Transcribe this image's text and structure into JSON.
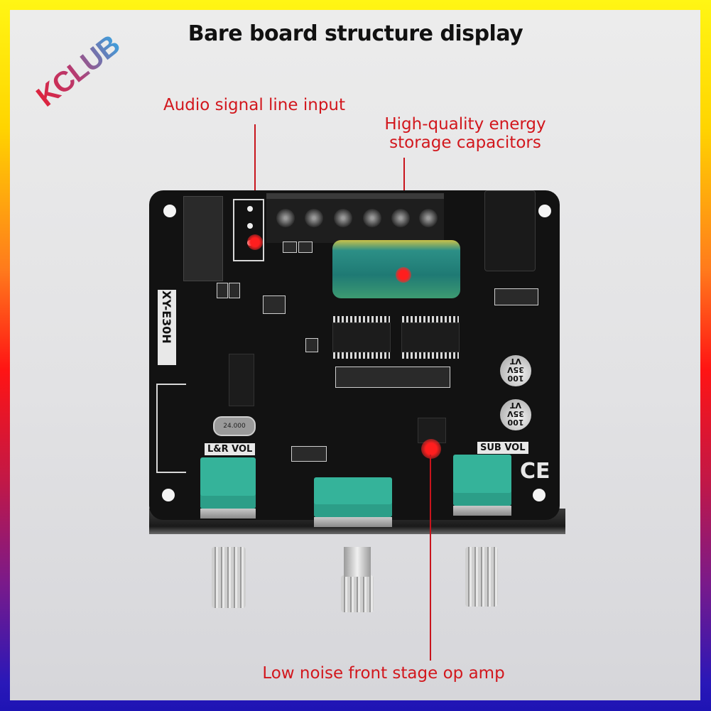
{
  "brand": {
    "logo_text": "KCLUB",
    "gradient": [
      "#e0223a",
      "#3aa2e0"
    ]
  },
  "title": "Bare board structure display",
  "annotations": [
    {
      "id": "audio-input",
      "label": "Audio signal line input"
    },
    {
      "id": "capacitors",
      "label_line1": "High-quality energy",
      "label_line2": "storage capacitors"
    },
    {
      "id": "op-amp",
      "label": "Low noise front stage op amp"
    }
  ],
  "board": {
    "model": "XY-E30H",
    "pot_labels": {
      "left": "L&R VOL",
      "right": "SUB VOL"
    },
    "crystal_label": "24.000",
    "cap_label": [
      "100",
      "35V",
      "VT"
    ],
    "cert_mark": "CE",
    "terminal_count": 6
  },
  "colors": {
    "annotation": "#d2171d",
    "board": "#121212",
    "pot": "#35b39a",
    "frame_gradient": [
      "#fff614",
      "#ff1414",
      "#1e14b4"
    ]
  }
}
